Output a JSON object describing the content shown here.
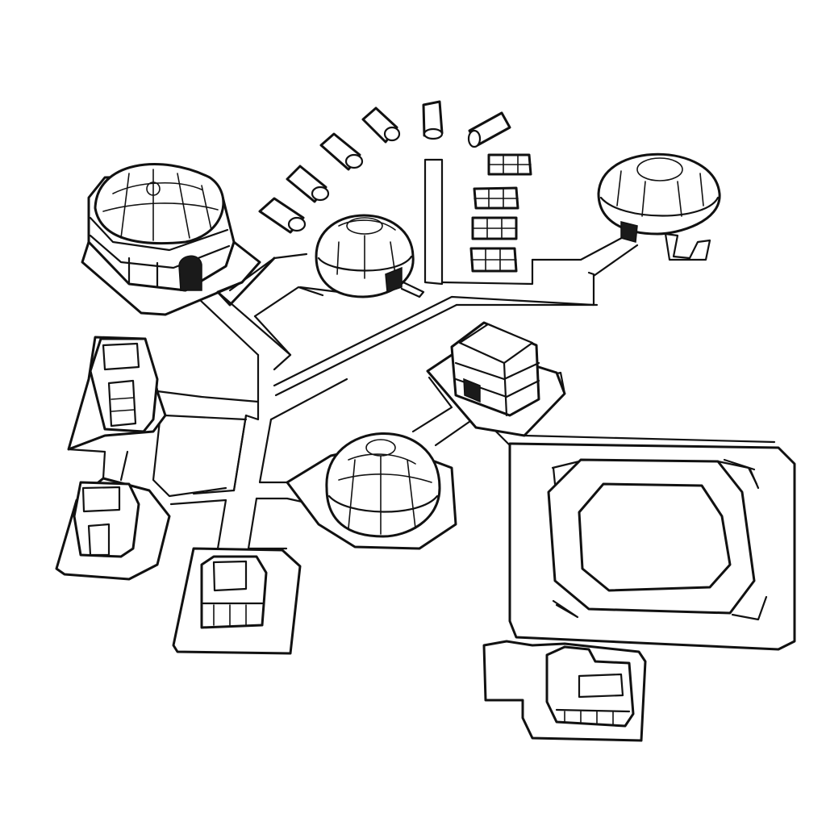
{
  "scene": {
    "style": "black line-art sketch, isometric sci-fi base",
    "background": "#ffffff",
    "ink": "#111111"
  },
  "buildings": [
    {
      "id": "command-dome",
      "kind": "large square dome hall with door"
    },
    {
      "id": "small-dome",
      "kind": "small round dome with entrance"
    },
    {
      "id": "saucer-dome",
      "kind": "raised saucer dome on legs"
    },
    {
      "id": "cube-storage",
      "kind": "stacked cube block"
    },
    {
      "id": "center-dome",
      "kind": "round geodesic dome"
    },
    {
      "id": "tower-tall",
      "kind": "tall box tower"
    },
    {
      "id": "tower-short",
      "kind": "short box tower with door"
    },
    {
      "id": "tower-small",
      "kind": "small box unit"
    },
    {
      "id": "landing-pad",
      "kind": "octagonal landing pad"
    },
    {
      "id": "hangar",
      "kind": "low hangar block"
    }
  ],
  "containers": {
    "round_barrels": 7,
    "crates": 4
  }
}
